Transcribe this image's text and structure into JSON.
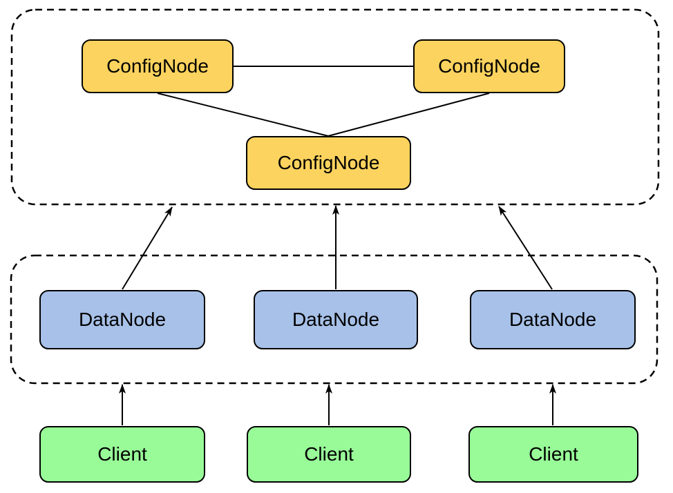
{
  "colors": {
    "background": "#FFFFFF",
    "confignode_fill": "#FCD35E",
    "datanode_fill": "#A7C1E8",
    "client_fill": "#98FB98",
    "outline": "#000000",
    "text": "#000000"
  },
  "clusters": {
    "confignode_cluster": {
      "nodes": [
        {
          "label": "ConfigNode"
        },
        {
          "label": "ConfigNode"
        },
        {
          "label": "ConfigNode"
        }
      ]
    },
    "datanode_cluster": {
      "nodes": [
        {
          "label": "DataNode"
        },
        {
          "label": "DataNode"
        },
        {
          "label": "DataNode"
        }
      ]
    },
    "clients": [
      {
        "label": "Client"
      },
      {
        "label": "Client"
      },
      {
        "label": "Client"
      }
    ]
  },
  "edges": [
    {
      "from": "confignode-1",
      "to": "confignode-2",
      "type": "line"
    },
    {
      "from": "confignode-1",
      "to": "confignode-3",
      "type": "line"
    },
    {
      "from": "confignode-2",
      "to": "confignode-3",
      "type": "line"
    },
    {
      "from": "datanode-1",
      "to": "confignode-cluster",
      "type": "arrow"
    },
    {
      "from": "datanode-2",
      "to": "confignode-cluster",
      "type": "arrow"
    },
    {
      "from": "datanode-3",
      "to": "confignode-cluster",
      "type": "arrow"
    },
    {
      "from": "client-1",
      "to": "datanode-cluster",
      "type": "arrow"
    },
    {
      "from": "client-2",
      "to": "datanode-cluster",
      "type": "arrow"
    },
    {
      "from": "client-3",
      "to": "datanode-cluster",
      "type": "arrow"
    }
  ]
}
